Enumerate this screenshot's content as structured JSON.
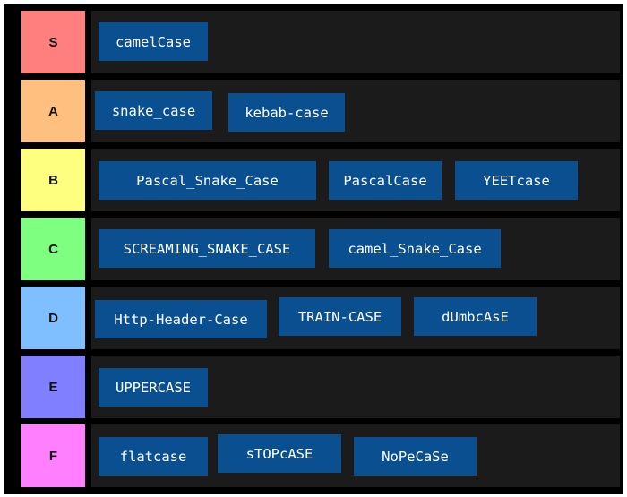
{
  "tiers": [
    {
      "label": "S",
      "color": "#ff7f7f",
      "items": [
        "camelCase"
      ]
    },
    {
      "label": "A",
      "color": "#ffbf7f",
      "items": [
        "snake_case",
        "kebab-case"
      ]
    },
    {
      "label": "B",
      "color": "#ffff7f",
      "items": [
        "Pascal_Snake_Case",
        "PascalCase",
        "YEETcase"
      ]
    },
    {
      "label": "C",
      "color": "#7fff7f",
      "items": [
        "SCREAMING_SNAKE_CASE",
        "camel_Snake_Case"
      ]
    },
    {
      "label": "D",
      "color": "#7fbfff",
      "items": [
        "Http-Header-Case",
        "TRAIN-CASE",
        "dUmbcAsE"
      ]
    },
    {
      "label": "E",
      "color": "#7f7fff",
      "items": [
        "UPPERCASE"
      ]
    },
    {
      "label": "F",
      "color": "#ff7fff",
      "items": [
        "flatcase",
        "sTOPcASE",
        "NoPeCaSe"
      ]
    }
  ],
  "colors": {
    "board_bg": "#000000",
    "row_bg": "#1b1b1b",
    "chip_bg": "#0a4f8f",
    "chip_text": "#ffffff"
  }
}
